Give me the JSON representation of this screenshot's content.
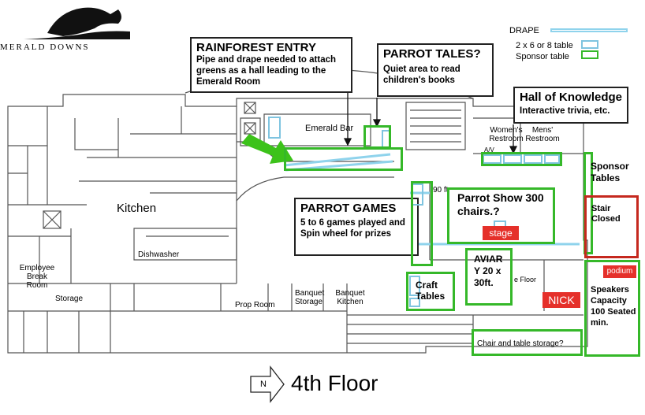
{
  "logo": {
    "text": "MERALD DOWNS"
  },
  "legend": {
    "drape": "DRAPE",
    "table": "2 x 6 or 8 table",
    "sponsor": "Sponsor table"
  },
  "callouts": {
    "rainforest": {
      "title": "RAINFOREST ENTRY",
      "body": "Pipe and drape needed to attach greens as a hall leading to the Emerald Room"
    },
    "parrot_tales": {
      "title": "PARROT TALES?",
      "body": "Quiet area to read children's books"
    },
    "hall": {
      "title": "Hall of Knowledge",
      "body": "Interactive trivia, etc."
    },
    "parrot_games": {
      "title": "PARROT GAMES",
      "body": "5 to 6 games played and Spin wheel for prizes"
    }
  },
  "rooms": {
    "emerald_bar": "Emerald Bar",
    "womens": "Women's Restroom",
    "mens": "Mens' Restroom",
    "kitchen": "Kitchen",
    "dishwasher": "Dishwasher",
    "employee": "Employee Break Room",
    "storage": "Storage",
    "prop_room": "Prop Room",
    "banquet_storage": "Banquet Storage",
    "banquet_kitchen": "Banquet Kitchen",
    "av": "A/V",
    "ft90": "90 ft",
    "floor": "e Floor"
  },
  "areas": {
    "sponsor_tables": "Sponsor Tables",
    "parrot_show": "Parrot Show 300 chairs.?",
    "stage": "stage",
    "stair": "Stair Closed",
    "podium": "podium",
    "craft": "Craft Tables",
    "aviary": "AVIAR Y 20 x 30ft.",
    "nick": "NICK",
    "speakers": "Speakers Capacity 100 Seated min.",
    "storage_q": "Chair and table storage?"
  },
  "footer": {
    "north": "N",
    "floor": "4th Floor"
  },
  "colors": {
    "green": "#35b829",
    "red": "#e5302a",
    "blue": "#7fc4e0",
    "arrow": "#3cc21a"
  }
}
